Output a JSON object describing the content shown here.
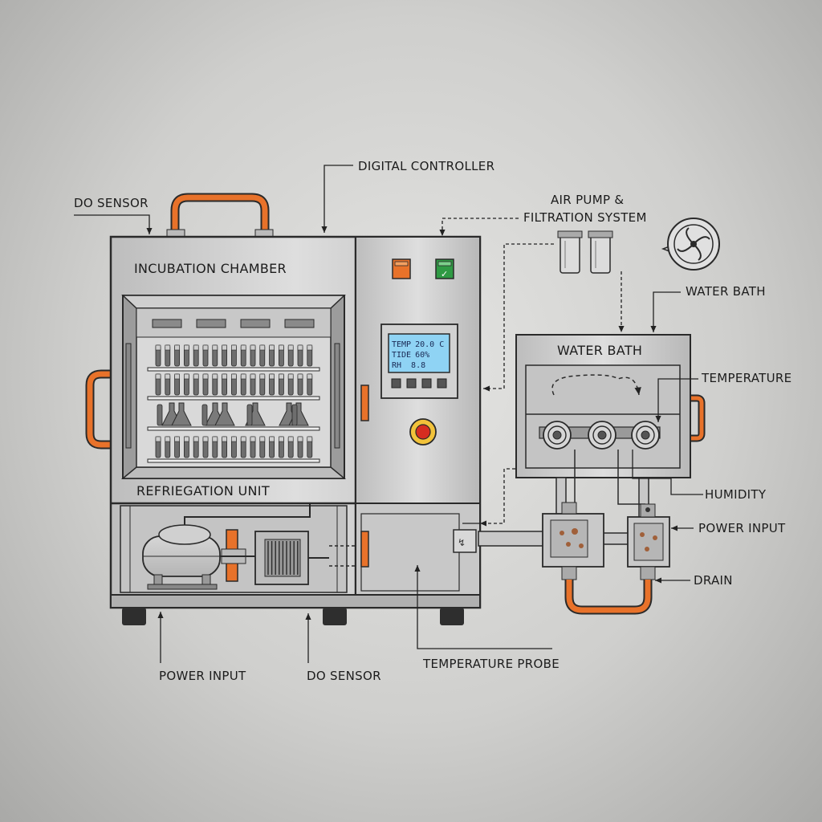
{
  "labels": {
    "do_sensor_top": "DO SENSOR",
    "digital_controller": "DIGITAL CONTROLLER",
    "air_pump_line1": "AIR PUMP &",
    "air_pump_line2": "FILTRATION SYSTEM",
    "water_bath_callout": "WATER BATH",
    "temperature": "TEMPERATURE",
    "humidity": "HUMIDITY",
    "power_input_right": "POWER INPUT",
    "drain": "DRAIN",
    "power_input_bottom": "POWER INPUT",
    "do_sensor_bottom": "DO SENSOR",
    "temperature_probe": "TEMPERATURE PROBE"
  },
  "chamber": {
    "incubation_title": "INCUBATION CHAMBER",
    "refrigeration_title": "REFRIEGATION UNIT"
  },
  "water_bath": {
    "title": "WATER BATH"
  },
  "display": {
    "line1_label": "TEMP",
    "line1_value": "20.0 C",
    "line2_label": "TIDE",
    "line2_value": "60%",
    "line3_label": "RH",
    "line3_value": "8.8"
  },
  "colors": {
    "accent_orange": "#e8722a",
    "indicator_green": "#2f9a44",
    "lcd_blue": "#8fd3f4",
    "metal": "#c9c9c9",
    "line": "#2a2a2a"
  }
}
